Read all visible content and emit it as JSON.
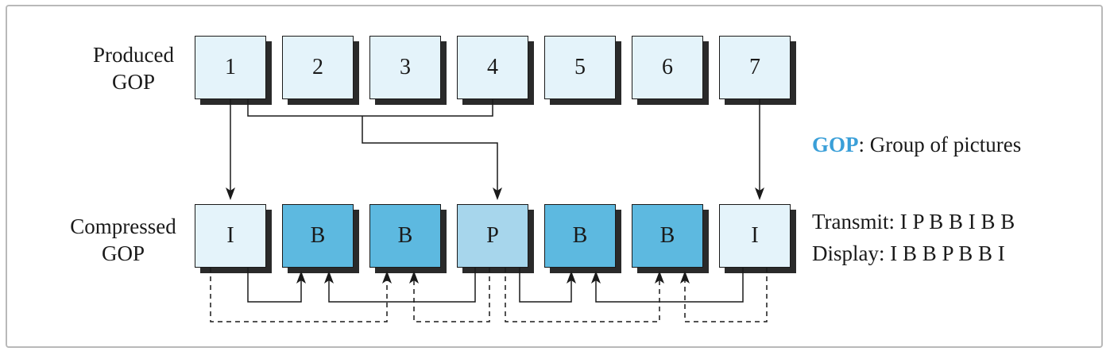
{
  "labels": {
    "produced_line1": "Produced",
    "produced_line2": "GOP",
    "compressed_line1": "Compressed",
    "compressed_line2": "GOP"
  },
  "produced_frames": [
    "1",
    "2",
    "3",
    "4",
    "5",
    "6",
    "7"
  ],
  "compressed_frames": [
    {
      "type": "I",
      "fill": "#e4f3fa"
    },
    {
      "type": "B",
      "fill": "#5db9e0"
    },
    {
      "type": "B",
      "fill": "#5db9e0"
    },
    {
      "type": "P",
      "fill": "#a7d6ec"
    },
    {
      "type": "B",
      "fill": "#5db9e0"
    },
    {
      "type": "B",
      "fill": "#5db9e0"
    },
    {
      "type": "I",
      "fill": "#e4f3fa"
    }
  ],
  "produced_fill": "#e4f3fa",
  "legend": {
    "abbr": "GOP",
    "abbr_color": "#3a9fd8",
    "definition": ": Group of pictures",
    "transmit": "Transmit: I P B B I B B",
    "display": "Display: I B B P B B I"
  }
}
